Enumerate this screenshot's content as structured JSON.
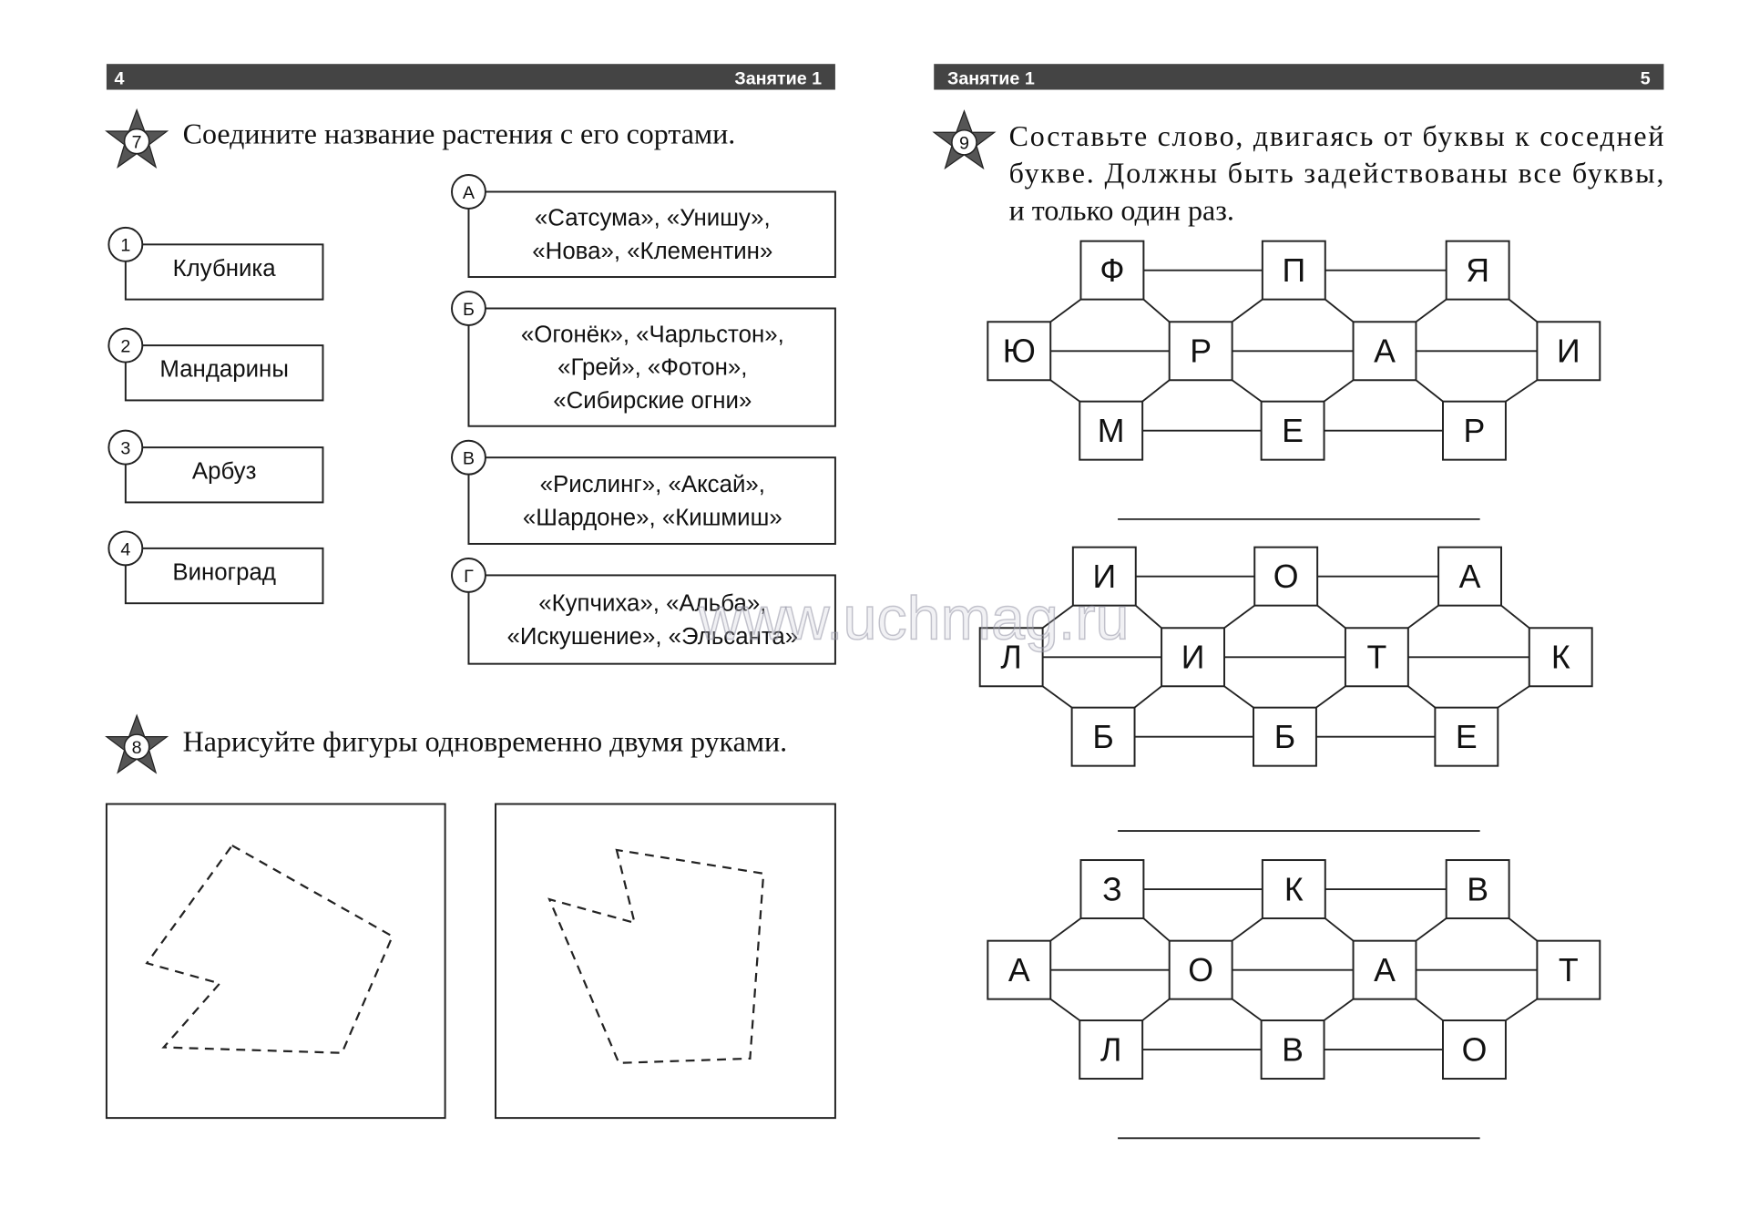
{
  "left_page": {
    "page_number": "4",
    "section": "Занятие 1",
    "task7": {
      "number": "7",
      "instruction": "Соедините название растения с его сортами.",
      "plants": [
        {
          "num": "1",
          "name": "Клубника"
        },
        {
          "num": "2",
          "name": "Мандарины"
        },
        {
          "num": "3",
          "name": "Арбуз"
        },
        {
          "num": "4",
          "name": "Виноград"
        }
      ],
      "varieties": [
        {
          "letter": "А",
          "lines": [
            "«Сатсума», «Унишу»,",
            "«Нова», «Клементин»"
          ]
        },
        {
          "letter": "Б",
          "lines": [
            "«Огонёк», «Чарльстон»,",
            "«Грей», «Фотон»,",
            "«Сибирские огни»"
          ]
        },
        {
          "letter": "В",
          "lines": [
            "«Рислинг», «Аксай»,",
            "«Шардоне», «Кишмиш»"
          ]
        },
        {
          "letter": "Г",
          "lines": [
            "«Купчиха», «Альба»,",
            "«Искушение», «Эльсанта»"
          ]
        }
      ]
    },
    "task8": {
      "number": "8",
      "instruction": "Нарисуйте фигуры одновременно двумя руками."
    }
  },
  "right_page": {
    "page_number": "5",
    "section": "Занятие 1",
    "task9": {
      "number": "9",
      "instruction_lines": [
        "Составьте слово, двигаясь от буквы к соседней",
        "букве. Должны быть задействованы все буквы,",
        "и только один раз."
      ],
      "puzzles": [
        {
          "top": [
            "Ф",
            "П",
            "Я"
          ],
          "middle": [
            "Ю",
            "Р",
            "А",
            "И"
          ],
          "bottom": [
            "М",
            "Е",
            "Р"
          ]
        },
        {
          "top": [
            "И",
            "О",
            "А"
          ],
          "middle": [
            "Л",
            "И",
            "Т",
            "К"
          ],
          "bottom": [
            "Б",
            "Б",
            "Е"
          ]
        },
        {
          "top": [
            "З",
            "К",
            "В"
          ],
          "middle": [
            "А",
            "О",
            "А",
            "Т"
          ],
          "bottom": [
            "Л",
            "В",
            "О"
          ]
        }
      ]
    }
  },
  "watermark": "www.uchmag.ru",
  "colors": {
    "header_bar": "#444444",
    "star": "#555555"
  }
}
